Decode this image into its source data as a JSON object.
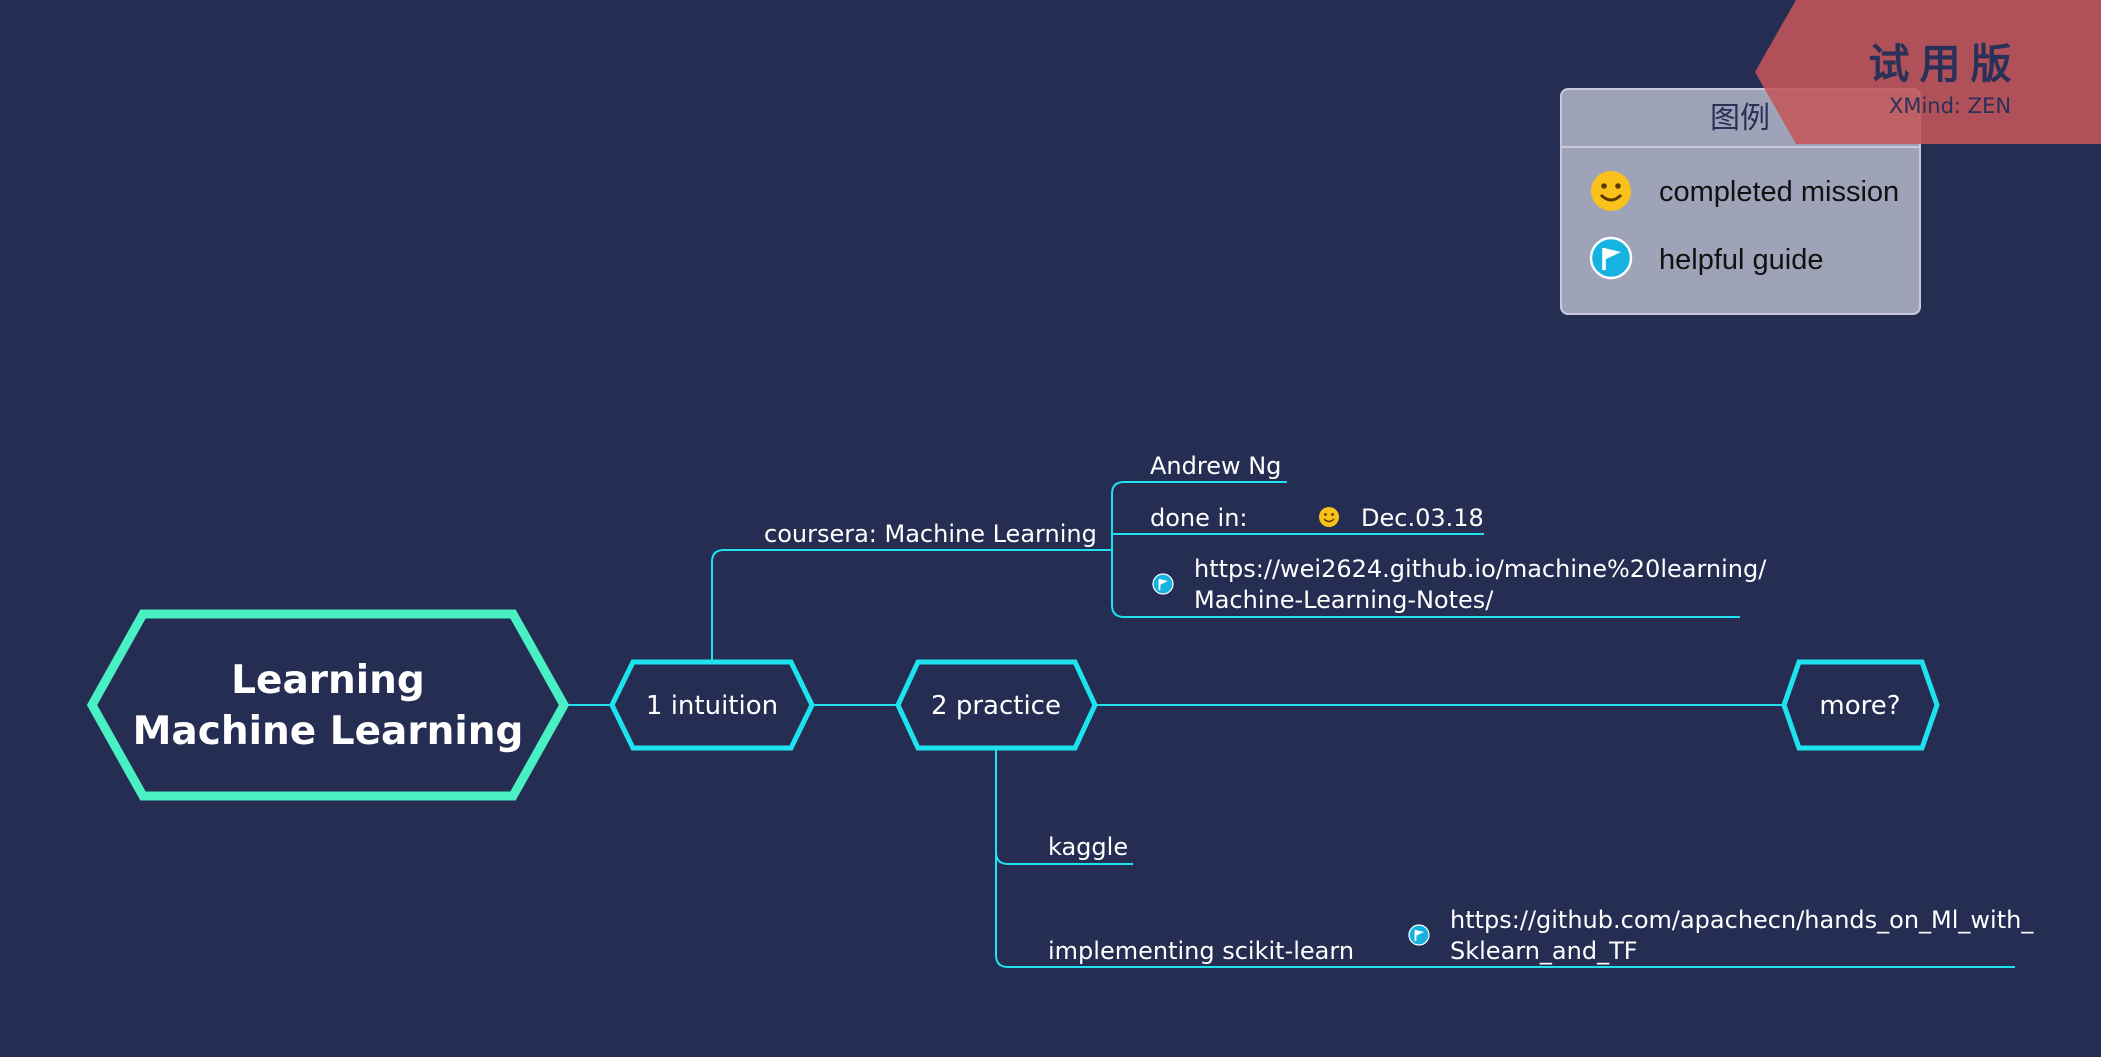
{
  "root": {
    "line1": "Learning",
    "line2": "Machine Learning"
  },
  "nodes": {
    "intuition": "1 intuition",
    "practice": "2 practice",
    "more": "more?"
  },
  "intuition_branch": {
    "course": "coursera: Machine Learning",
    "teacher": "Andrew Ng",
    "done_label": "done in:",
    "done_date": "Dec.03.18",
    "link_line1": "https://wei2624.github.io/machine%20learning/",
    "link_line2": "Machine-Learning-Notes/"
  },
  "practice_branch": {
    "kaggle": "kaggle",
    "sklearn": "implementing scikit-learn",
    "link_line1": "https://github.com/apachecn/hands_on_Ml_with_",
    "link_line2": "Sklearn_and_TF"
  },
  "legend": {
    "title": "图例",
    "items": [
      {
        "icon": "smiley-icon",
        "label": "completed mission"
      },
      {
        "icon": "flag-icon",
        "label": "helpful guide"
      }
    ]
  },
  "watermark": {
    "title": "试用版",
    "subtitle": "XMind: ZEN"
  },
  "colors": {
    "background": "#252d52",
    "root_border": "#48f0c4",
    "node_border": "#1ee3ee",
    "line": "#1ee3ee",
    "watermark": "#c4555a",
    "legend_bg": "#9fa3b8",
    "smiley": "#f9c11a",
    "flag": "#17b3e0"
  }
}
